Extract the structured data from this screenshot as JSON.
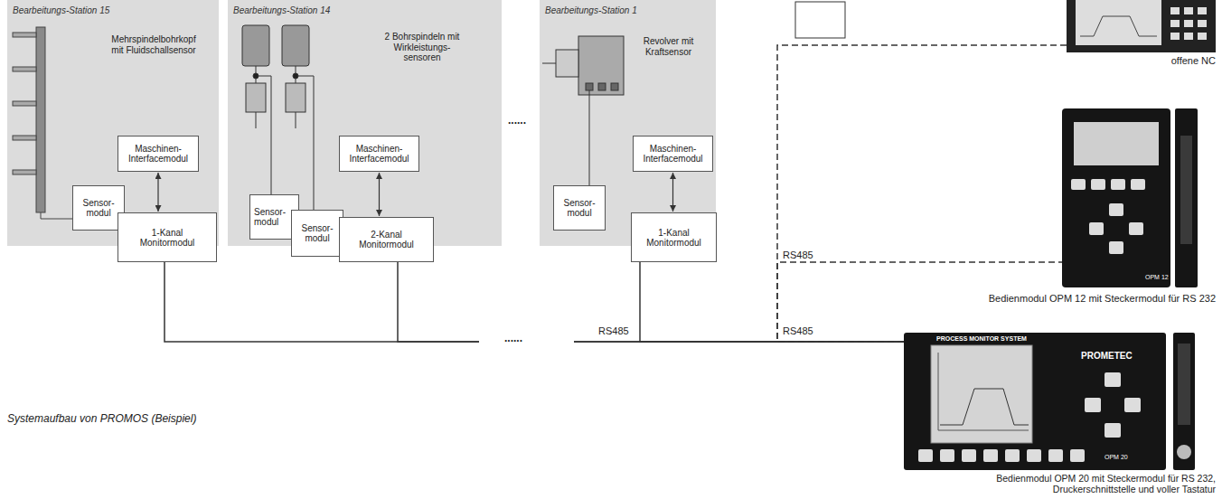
{
  "diagram": {
    "caption": "Systemaufbau von PROMOS (Beispiel)",
    "nodes": [
      {
        "text": [
          "Bearbeitungs-Station 15",
          "Mehrspindelbohrkopf mit Fluidschallsensor"
        ]
      },
      {
        "text": [
          "Maschinen-Interfacemodul"
        ],
        "in": 0
      },
      {
        "text": [
          "Sensor-modul"
        ],
        "in": 0
      },
      {
        "text": [
          "1-Kanal Monitormodul"
        ],
        "in": 0
      },
      {
        "text": [
          "Bearbeitungs-Station 14",
          "2 Bohrspindeln mit Wirkleistungs-sensoren"
        ]
      },
      {
        "text": [
          "Maschinen-Interfacemodul"
        ],
        "in": 4
      },
      {
        "text": [
          "Sensor-modul"
        ],
        "in": 4
      },
      {
        "text": [
          "Sensor-modul"
        ],
        "in": 4
      },
      {
        "text": [
          "2-Kanal Monitormodul"
        ],
        "in": 4
      },
      {
        "text": [
          "Bearbeitungs-Station 1",
          "Revolver mit Kraftsensor"
        ]
      },
      {
        "text": [
          "Maschinen-Interfacemodul"
        ],
        "in": 9
      },
      {
        "text": [
          "Sensor-modul"
        ],
        "in": 9
      },
      {
        "text": [
          "1-Kanal Monitormodul"
        ],
        "in": 9
      },
      {
        "text": [
          "offene NC"
        ]
      },
      {
        "text": [
          "OPM 12",
          "Bedienmodul OPM 12 mit Steckermodul für RS 232"
        ]
      },
      {
        "text": [
          "PROCESS MONITOR SYSTEM",
          "OPM 20",
          "Bedienmodul OPM 20 mit Steckermodul für RS 232, Druckerschnittstelle und voller Tastatur"
        ]
      }
    ],
    "edges": [
      {
        "from": 1,
        "to": 3,
        "arrow": "both"
      },
      {
        "from": 5,
        "to": 8,
        "arrow": "both"
      },
      {
        "from": 10,
        "to": 12,
        "arrow": "both"
      },
      {
        "from": 3,
        "to": 15,
        "arrow": "none"
      },
      {
        "from": 8,
        "to": 15,
        "arrow": "none"
      },
      {
        "from": 12,
        "to": 15,
        "arrow": "none"
      },
      {
        "from": 15,
        "to": 14,
        "arrow": "none"
      },
      {
        "from": 15,
        "to": 13,
        "arrow": "none"
      }
    ],
    "labels": [
      "RS485",
      "RS485",
      "RS485",
      "......",
      "......",
      "PROMETEC"
    ]
  }
}
